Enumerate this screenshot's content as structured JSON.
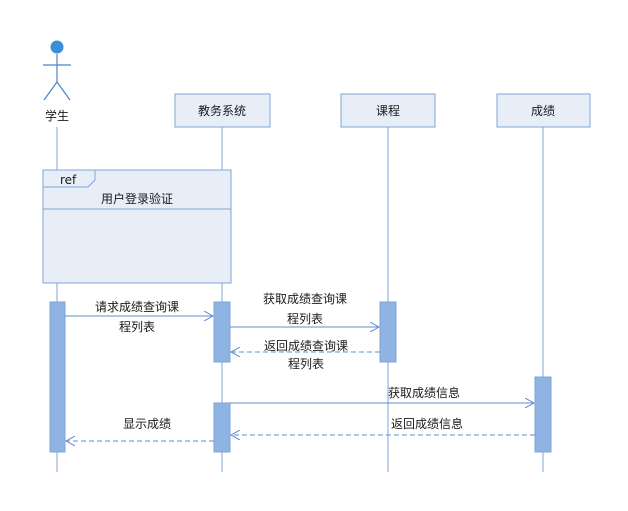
{
  "actor": {
    "label": "学生",
    "color": "#3b8fd9"
  },
  "objects": [
    {
      "label": "教务系统"
    },
    {
      "label": "课程"
    },
    {
      "label": "成绩"
    }
  ],
  "ref_fragment": {
    "tag": "ref",
    "label": "用户登录验证"
  },
  "messages": [
    {
      "line1": "请求成绩查询课",
      "line2": "程列表",
      "style": "solid"
    },
    {
      "line1": "获取成绩查询课",
      "line2": "程列表",
      "style": "solid"
    },
    {
      "line1": "返回成绩查询课",
      "line2": "程列表",
      "style": "dashed"
    },
    {
      "line1": "获取成绩信息",
      "line2": "",
      "style": "solid"
    },
    {
      "line1": "返回成绩信息",
      "line2": "",
      "style": "dashed"
    },
    {
      "line1": "显示成绩",
      "line2": "",
      "style": "dashed"
    }
  ],
  "colors": {
    "box_fill": "#e8eef8",
    "box_stroke": "#7fa6d6",
    "activation_fill": "#8fb3e3",
    "arrow": "#5b8fcf"
  }
}
